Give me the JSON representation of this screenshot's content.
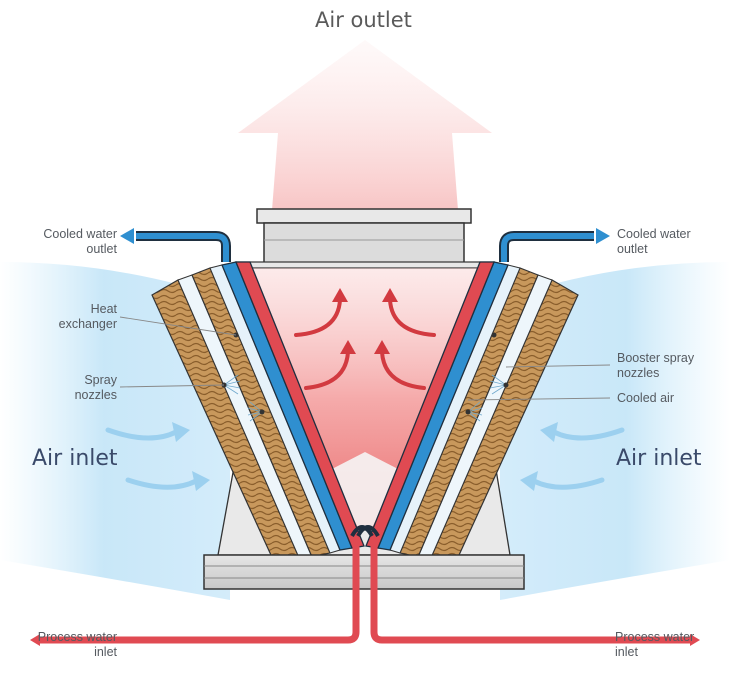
{
  "title": "Air outlet",
  "labels": {
    "cooled_water_outlet_left": "Cooled water\noutlet",
    "cooled_water_outlet_right": "Cooled water\noutlet",
    "heat_exchanger": "Heat\nexchanger",
    "spray_nozzles": "Spray\nnozzles",
    "booster_spray_nozzles": "Booster spray\nnozzles",
    "cooled_air": "Cooled air",
    "air_inlet_left": "Air inlet",
    "air_inlet_right": "Air inlet",
    "process_water_inlet_left": "Process water\ninlet",
    "process_water_inlet_right": "Process water\ninlet"
  },
  "colors": {
    "hot": "#e04a52",
    "cold": "#2f8fd0",
    "air_blue": "#bfe3f7",
    "pad": "#c89a60",
    "steel": "#d9d9d9",
    "outline": "#333333"
  }
}
